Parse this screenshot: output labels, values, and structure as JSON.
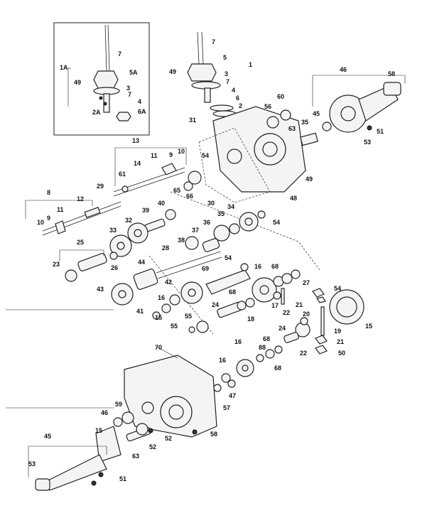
{
  "callouts": [
    {
      "id": "c7a",
      "text": "7"
    },
    {
      "id": "c1A",
      "text": "1A"
    },
    {
      "id": "c49a",
      "text": "49"
    },
    {
      "id": "c5A",
      "text": "5A"
    },
    {
      "id": "c3a",
      "text": "3"
    },
    {
      "id": "c7b",
      "text": "7"
    },
    {
      "id": "c2A",
      "text": "2A"
    },
    {
      "id": "c4a",
      "text": "4"
    },
    {
      "id": "c6A",
      "text": "6A"
    },
    {
      "id": "c7c",
      "text": "7"
    },
    {
      "id": "c5",
      "text": "5"
    },
    {
      "id": "c1",
      "text": "1"
    },
    {
      "id": "c49b",
      "text": "49"
    },
    {
      "id": "c3b",
      "text": "3"
    },
    {
      "id": "c7d",
      "text": "7"
    },
    {
      "id": "c4b",
      "text": "4"
    },
    {
      "id": "c6",
      "text": "6"
    },
    {
      "id": "c2",
      "text": "2"
    },
    {
      "id": "c31",
      "text": "31"
    },
    {
      "id": "c46a",
      "text": "46"
    },
    {
      "id": "c58a",
      "text": "58"
    },
    {
      "id": "c56",
      "text": "56"
    },
    {
      "id": "c60",
      "text": "60"
    },
    {
      "id": "c45a",
      "text": "45"
    },
    {
      "id": "c35a",
      "text": "35"
    },
    {
      "id": "c63a",
      "text": "63"
    },
    {
      "id": "c51a",
      "text": "51"
    },
    {
      "id": "c53a",
      "text": "53"
    },
    {
      "id": "c13",
      "text": "13"
    },
    {
      "id": "c11a",
      "text": "11"
    },
    {
      "id": "c9a",
      "text": "9"
    },
    {
      "id": "c10a",
      "text": "10"
    },
    {
      "id": "c14",
      "text": "14"
    },
    {
      "id": "c54a",
      "text": "54"
    },
    {
      "id": "c61",
      "text": "61"
    },
    {
      "id": "c65",
      "text": "65"
    },
    {
      "id": "c66",
      "text": "66"
    },
    {
      "id": "c30",
      "text": "30"
    },
    {
      "id": "c48",
      "text": "48"
    },
    {
      "id": "c49c",
      "text": "49"
    },
    {
      "id": "c8",
      "text": "8"
    },
    {
      "id": "c29",
      "text": "29"
    },
    {
      "id": "c12",
      "text": "12"
    },
    {
      "id": "c10b",
      "text": "10"
    },
    {
      "id": "c9b",
      "text": "9"
    },
    {
      "id": "c11b",
      "text": "11"
    },
    {
      "id": "c39",
      "text": "39"
    },
    {
      "id": "c40",
      "text": "40"
    },
    {
      "id": "c34",
      "text": "34"
    },
    {
      "id": "c35b",
      "text": "35"
    },
    {
      "id": "c36",
      "text": "36"
    },
    {
      "id": "c54b",
      "text": "54"
    },
    {
      "id": "c33",
      "text": "33"
    },
    {
      "id": "c32",
      "text": "32"
    },
    {
      "id": "c25",
      "text": "25"
    },
    {
      "id": "c37",
      "text": "37"
    },
    {
      "id": "c38",
      "text": "38"
    },
    {
      "id": "c28",
      "text": "28"
    },
    {
      "id": "c54c",
      "text": "54"
    },
    {
      "id": "c26",
      "text": "26"
    },
    {
      "id": "c23",
      "text": "23"
    },
    {
      "id": "c44",
      "text": "44"
    },
    {
      "id": "c69",
      "text": "69"
    },
    {
      "id": "c16a",
      "text": "16"
    },
    {
      "id": "c68a",
      "text": "68"
    },
    {
      "id": "c27",
      "text": "27"
    },
    {
      "id": "c43",
      "text": "43"
    },
    {
      "id": "c42",
      "text": "42"
    },
    {
      "id": "c16b",
      "text": "16"
    },
    {
      "id": "c68b",
      "text": "68"
    },
    {
      "id": "c18",
      "text": "18"
    },
    {
      "id": "c17",
      "text": "17"
    },
    {
      "id": "c22a",
      "text": "22"
    },
    {
      "id": "c21a",
      "text": "21"
    },
    {
      "id": "c54d",
      "text": "54"
    },
    {
      "id": "c41",
      "text": "41"
    },
    {
      "id": "c15a",
      "text": "15"
    },
    {
      "id": "c24a",
      "text": "24"
    },
    {
      "id": "c55a",
      "text": "55"
    },
    {
      "id": "c55b",
      "text": "55"
    },
    {
      "id": "c20",
      "text": "20"
    },
    {
      "id": "c19",
      "text": "19"
    },
    {
      "id": "c15b",
      "text": "15"
    },
    {
      "id": "c24b",
      "text": "24"
    },
    {
      "id": "c22b",
      "text": "22"
    },
    {
      "id": "c21b",
      "text": "21"
    },
    {
      "id": "c50",
      "text": "50"
    },
    {
      "id": "c70",
      "text": "70"
    },
    {
      "id": "c16c",
      "text": "16"
    },
    {
      "id": "c68c",
      "text": "68"
    },
    {
      "id": "c88",
      "text": "88"
    },
    {
      "id": "c68d",
      "text": "68"
    },
    {
      "id": "c16d",
      "text": "16"
    },
    {
      "id": "c47",
      "text": "47"
    },
    {
      "id": "c57",
      "text": "57"
    },
    {
      "id": "c59",
      "text": "59"
    },
    {
      "id": "c46b",
      "text": "46"
    },
    {
      "id": "c45b",
      "text": "45"
    },
    {
      "id": "c15c",
      "text": "15"
    },
    {
      "id": "c63b",
      "text": "63"
    },
    {
      "id": "c52a",
      "text": "52"
    },
    {
      "id": "c52b",
      "text": "52"
    },
    {
      "id": "c58b",
      "text": "58"
    },
    {
      "id": "c53b",
      "text": "53"
    },
    {
      "id": "c51b",
      "text": "51"
    }
  ]
}
